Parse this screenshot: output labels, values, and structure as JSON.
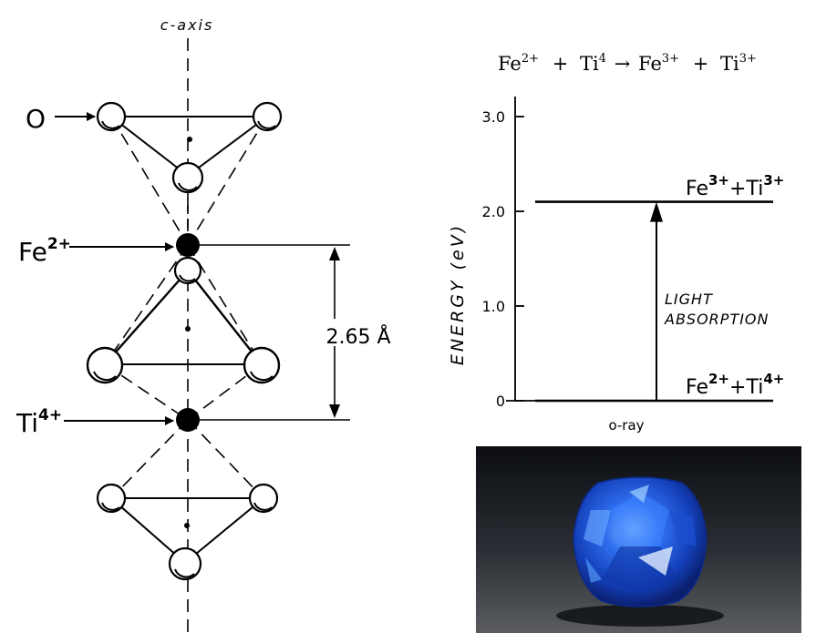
{
  "structure_diagram": {
    "axis_label": "c-axis",
    "labels": {
      "oxygen": "O",
      "iron": {
        "base": "Fe",
        "charge": "2+"
      },
      "titanium": {
        "base": "Ti",
        "charge": "4+"
      }
    },
    "distance": "2.65 Å"
  },
  "reaction": {
    "fe_left": "Fe",
    "fe_left_charge": "2+",
    "plus1": "+",
    "ti_left": "Ti",
    "ti_left_charge": "4",
    "arrow": "→",
    "fe_right": "Fe",
    "fe_right_charge": "3+",
    "plus2": "+",
    "ti_right": "Ti",
    "ti_right_charge": "3+"
  },
  "energy_diagram": {
    "y_axis_label": "ENERGY (eV)",
    "y_ticks": [
      "3.0",
      "2.0",
      "1.0",
      "0"
    ],
    "upper_level": {
      "energy_ev": 2.1,
      "fe": "Fe",
      "fe_charge": "3+",
      "plus": "+",
      "ti": "Ti",
      "ti_charge": "3+"
    },
    "lower_level": {
      "energy_ev": 0,
      "fe": "Fe",
      "fe_charge": "2+",
      "plus": "+",
      "ti": "Ti",
      "ti_charge": "4+"
    },
    "transition_line1": "LIGHT",
    "transition_line2": "ABSORPTION",
    "x_label": "o-ray"
  },
  "photo": {
    "subject": "blue sapphire gemstone",
    "colors": {
      "stone": "#1a4fd6",
      "highlight": "#7fb3ff",
      "background": "#1c1f26"
    }
  }
}
